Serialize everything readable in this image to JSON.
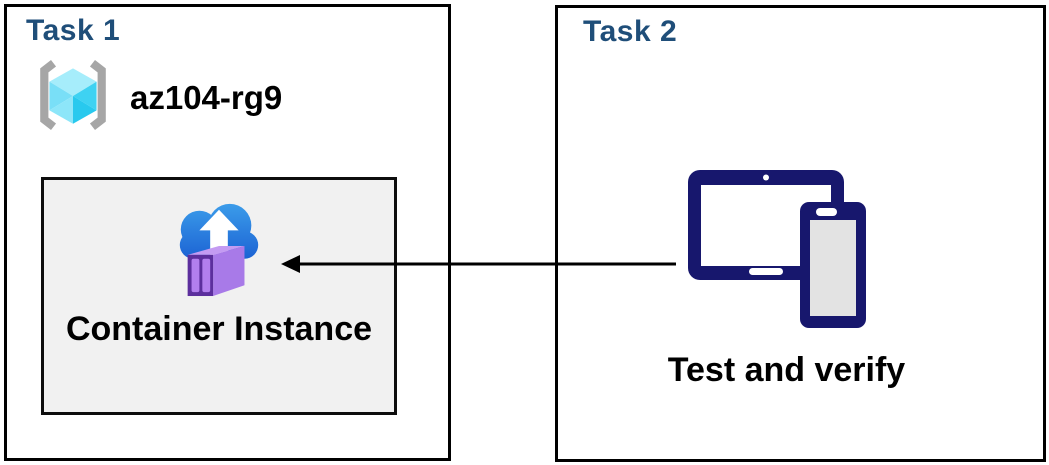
{
  "task1": {
    "title": "Task 1",
    "resource_group": {
      "name": "az104-rg9"
    },
    "container": {
      "label": "Container Instance"
    }
  },
  "task2": {
    "title": "Task 2",
    "devices_label": "Test and verify"
  },
  "arrow": {
    "direction": "left"
  },
  "colors": {
    "title_blue": "#1f4e79",
    "box_border": "#000000",
    "inner_box_bg": "#f1f1f1",
    "device_navy": "#17176d",
    "phone_screen_gray": "#e3e3e3",
    "cloud_blue_top": "#3a9ae9",
    "cloud_blue_bottom": "#1b61d3",
    "container_purple_front": "#5c2f9d",
    "container_purple_panel": "#b27fee",
    "container_purple_side": "#a87ae8",
    "container_purple_top": "#c49bf2",
    "bracket_gray": "#a6a6a6",
    "cube_cyan_top": "#a6edfb",
    "cube_cyan_left": "#79dff7",
    "cube_cyan_right": "#2ecdf0"
  }
}
